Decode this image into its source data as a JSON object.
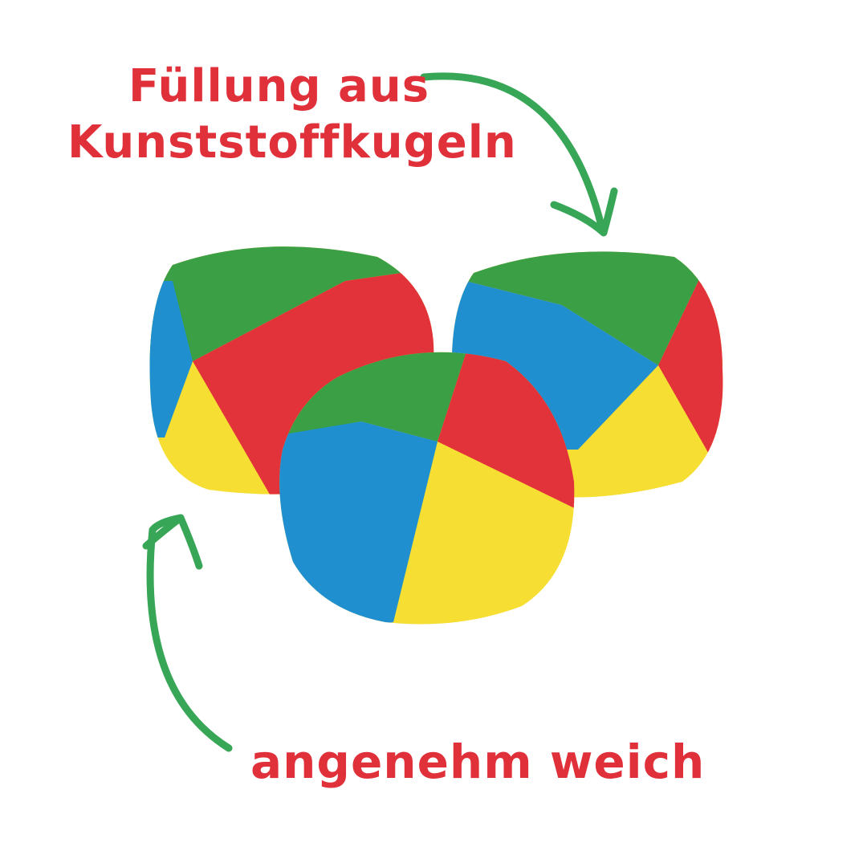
{
  "annotations": {
    "top_line1": "Füllung aus",
    "top_line2": "Kunststoffkugeln",
    "bottom": "angenehm weich"
  },
  "colors": {
    "text": "#e0303a",
    "arrow": "#38a657",
    "ball_green": "#3a9f45",
    "ball_red": "#e2333a",
    "ball_blue": "#1f8fcf",
    "ball_yellow": "#f7de33"
  }
}
